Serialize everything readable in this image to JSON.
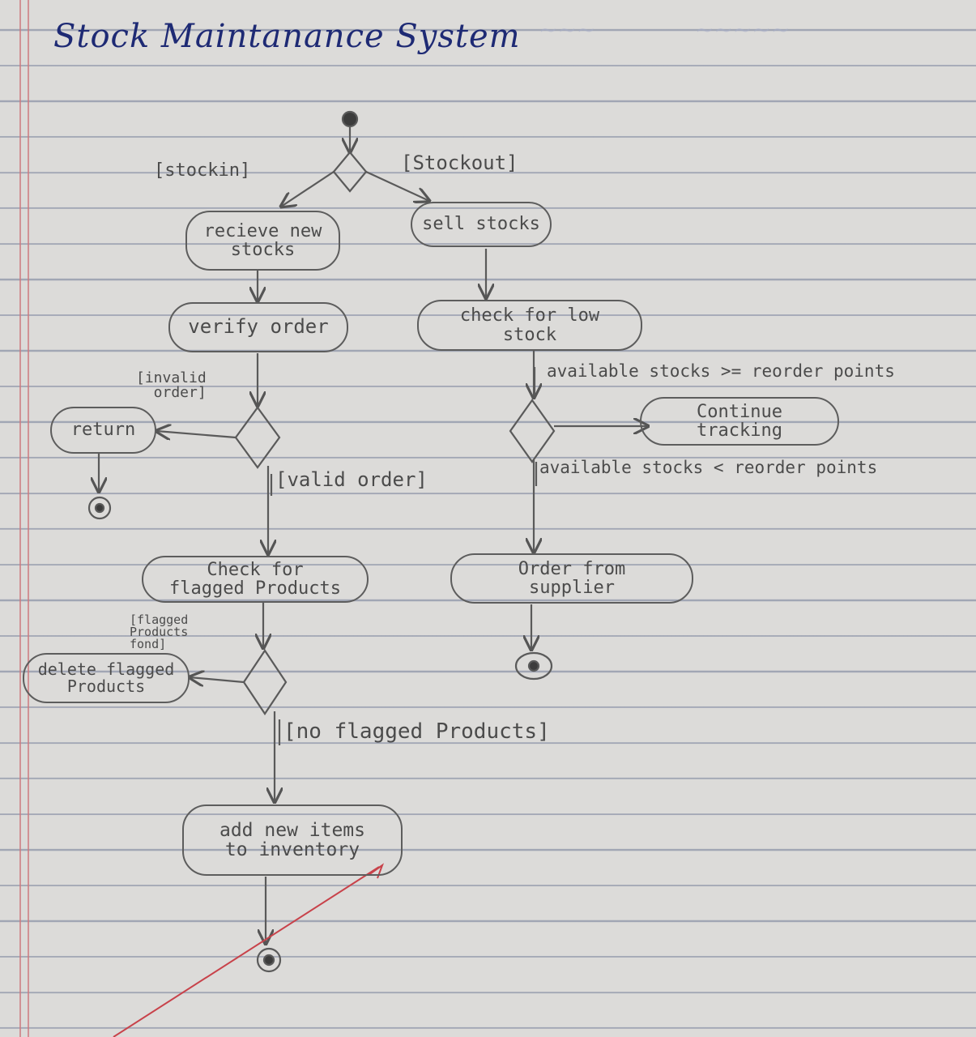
{
  "title": "Stock Maintanance System",
  "nodes": {
    "receive_new_stocks": "recieve new\nstocks",
    "sell_stocks": "sell stocks",
    "verify_order": "verify  order",
    "check_low_stock": "check for low\nstock",
    "return": "return",
    "continue_tracking": "Continue\ntracking",
    "check_flagged_products": "Check for\nflagged Products",
    "order_from_supplier": "Order from\nsupplier",
    "delete_flagged_products": "delete flagged\nProducts",
    "add_new_items": "add new items\nto inventory"
  },
  "guards": {
    "stock_in": "[stockin]",
    "stock_out": "[Stockout]",
    "invalid_order": "[invalid\norder]",
    "valid_order": "[valid order]",
    "stock_ok": "available stocks >= reorder points",
    "stock_low": "available stocks < reorder points",
    "flagged_found": "[flagged\nProducts\nfond]",
    "no_flagged": "[no flagged Products]"
  }
}
